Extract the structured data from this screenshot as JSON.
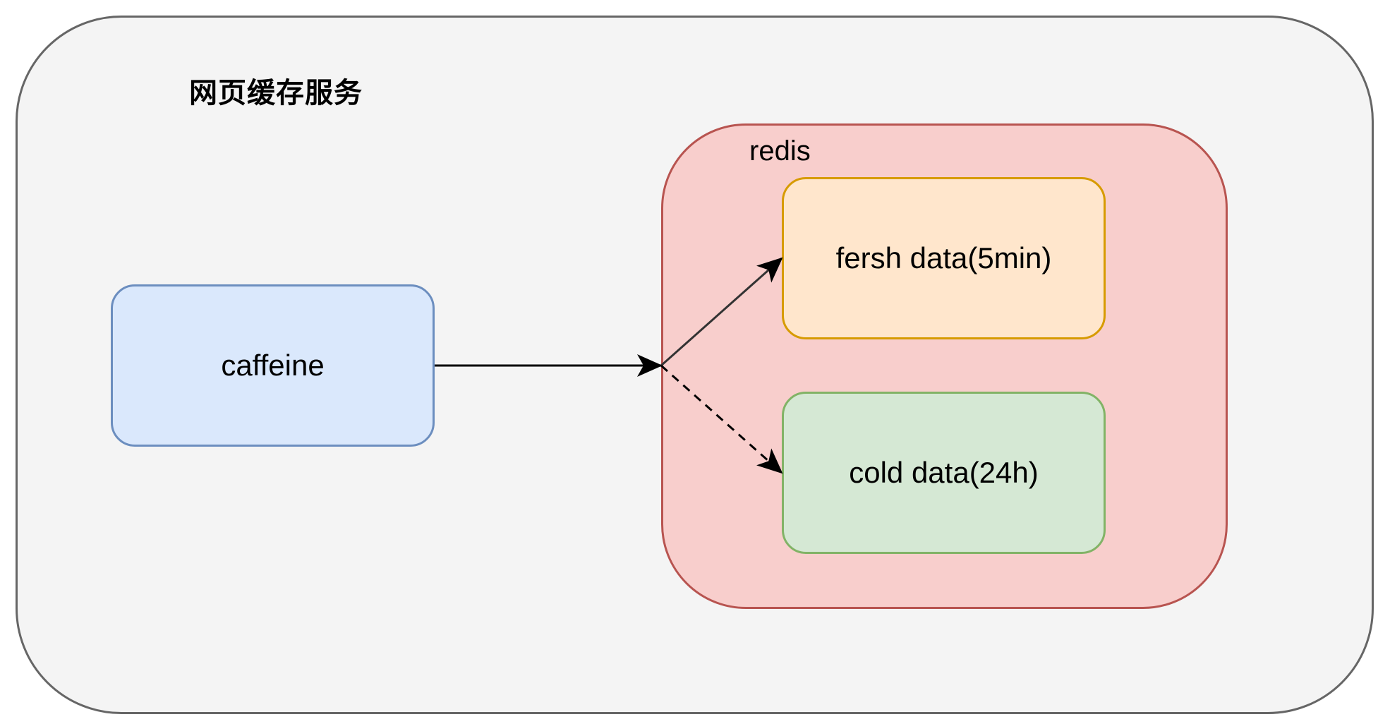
{
  "diagram": {
    "container_title": "网页缓存服务",
    "redis_label": "redis",
    "nodes": {
      "caffeine": "caffeine",
      "fresh": "fersh data(5min)",
      "cold": "cold data(24h)"
    }
  },
  "colors": {
    "outer_fill": "#f4f4f4",
    "outer_stroke": "#666666",
    "redis_fill": "#f8cecc",
    "redis_stroke": "#b85450",
    "caffeine_fill": "#dae8fc",
    "caffeine_stroke": "#6c8ebf",
    "fresh_fill": "#ffe6cc",
    "fresh_stroke": "#d79b00",
    "cold_fill": "#d5e8d4",
    "cold_stroke": "#82b366"
  }
}
